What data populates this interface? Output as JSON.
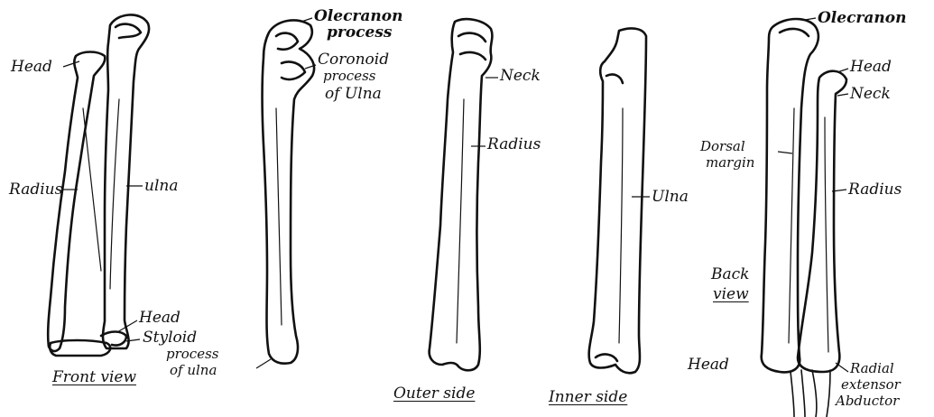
{
  "figures": {
    "front": {
      "head": "Head",
      "radius": "Radius",
      "ulna": "ulna",
      "head_lower": "Head",
      "styloid_l1": "Styloid",
      "styloid_l2": "process",
      "styloid_l3": "of ulna",
      "caption": "Front view"
    },
    "ulna_side": {
      "olecranon_l1": "Olecranon",
      "olecranon_l2": "process",
      "coronoid_l1": "Coronoid",
      "coronoid_l2": "process",
      "coronoid_l3": "of Ulna"
    },
    "outer": {
      "neck": "Neck",
      "radius": "Radius",
      "caption": "Outer side"
    },
    "inner": {
      "ulna": "Ulna",
      "caption": "Inner side"
    },
    "back": {
      "olecranon": "Olecranon",
      "head": "Head",
      "neck": "Neck",
      "dorsal_l1": "Dorsal",
      "dorsal_l2": "margin",
      "radius": "Radius",
      "caption_l1": "Back",
      "caption_l2": "view",
      "head_lower": "Head",
      "radial_l1": "Radial",
      "radial_l2": "extensor",
      "radial_l3": "Abductor"
    }
  }
}
